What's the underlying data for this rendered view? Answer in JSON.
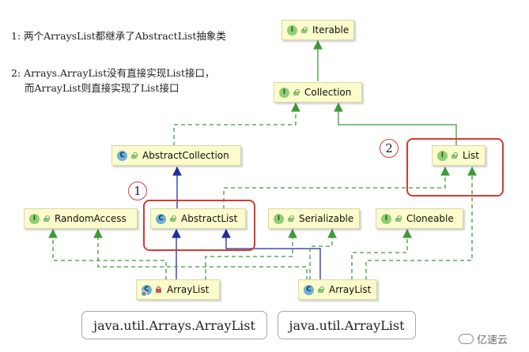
{
  "notes": {
    "line1": "1:  两个ArraysList都继承了AbstractList抽象类",
    "line2": "2:  Arrays.ArrayList没有直接实现List接口，",
    "line3": "而ArrayList则直接实现了List接口"
  },
  "nodes": {
    "iterable": {
      "label": "Iterable",
      "kind": "I",
      "icon": "interface-icon"
    },
    "collection": {
      "label": "Collection",
      "kind": "I",
      "icon": "interface-icon"
    },
    "abstract_collection": {
      "label": "AbstractCollection",
      "kind": "C",
      "icon": "abstract-class-icon"
    },
    "list": {
      "label": "List",
      "kind": "I",
      "icon": "interface-icon"
    },
    "random_access": {
      "label": "RandomAccess",
      "kind": "I",
      "icon": "interface-icon"
    },
    "abstract_list": {
      "label": "AbstractList",
      "kind": "C",
      "icon": "abstract-class-icon"
    },
    "serializable": {
      "label": "Serializable",
      "kind": "I",
      "icon": "interface-icon"
    },
    "cloneable": {
      "label": "Cloneable",
      "kind": "I",
      "icon": "interface-icon"
    },
    "arrays_arraylist": {
      "label": "ArrayList",
      "kind": "C",
      "icon": "static-class-icon",
      "visibility": "private"
    },
    "util_arraylist": {
      "label": "ArrayList",
      "kind": "C",
      "icon": "class-icon"
    }
  },
  "markers": {
    "one": "1",
    "two": "2"
  },
  "labels": {
    "arrays_arraylist": "java.util.Arrays.ArrayList",
    "util_arraylist": "java.util.ArrayList"
  },
  "watermark": "亿速云",
  "colors": {
    "node_fill": "#fbfbcb",
    "implements_edge": "#3f9a3a",
    "extends_edge": "#1f2f9a",
    "highlight": "#d53a33",
    "interface_badge": "#8fcf76",
    "class_badge": "#6fb0d8"
  }
}
